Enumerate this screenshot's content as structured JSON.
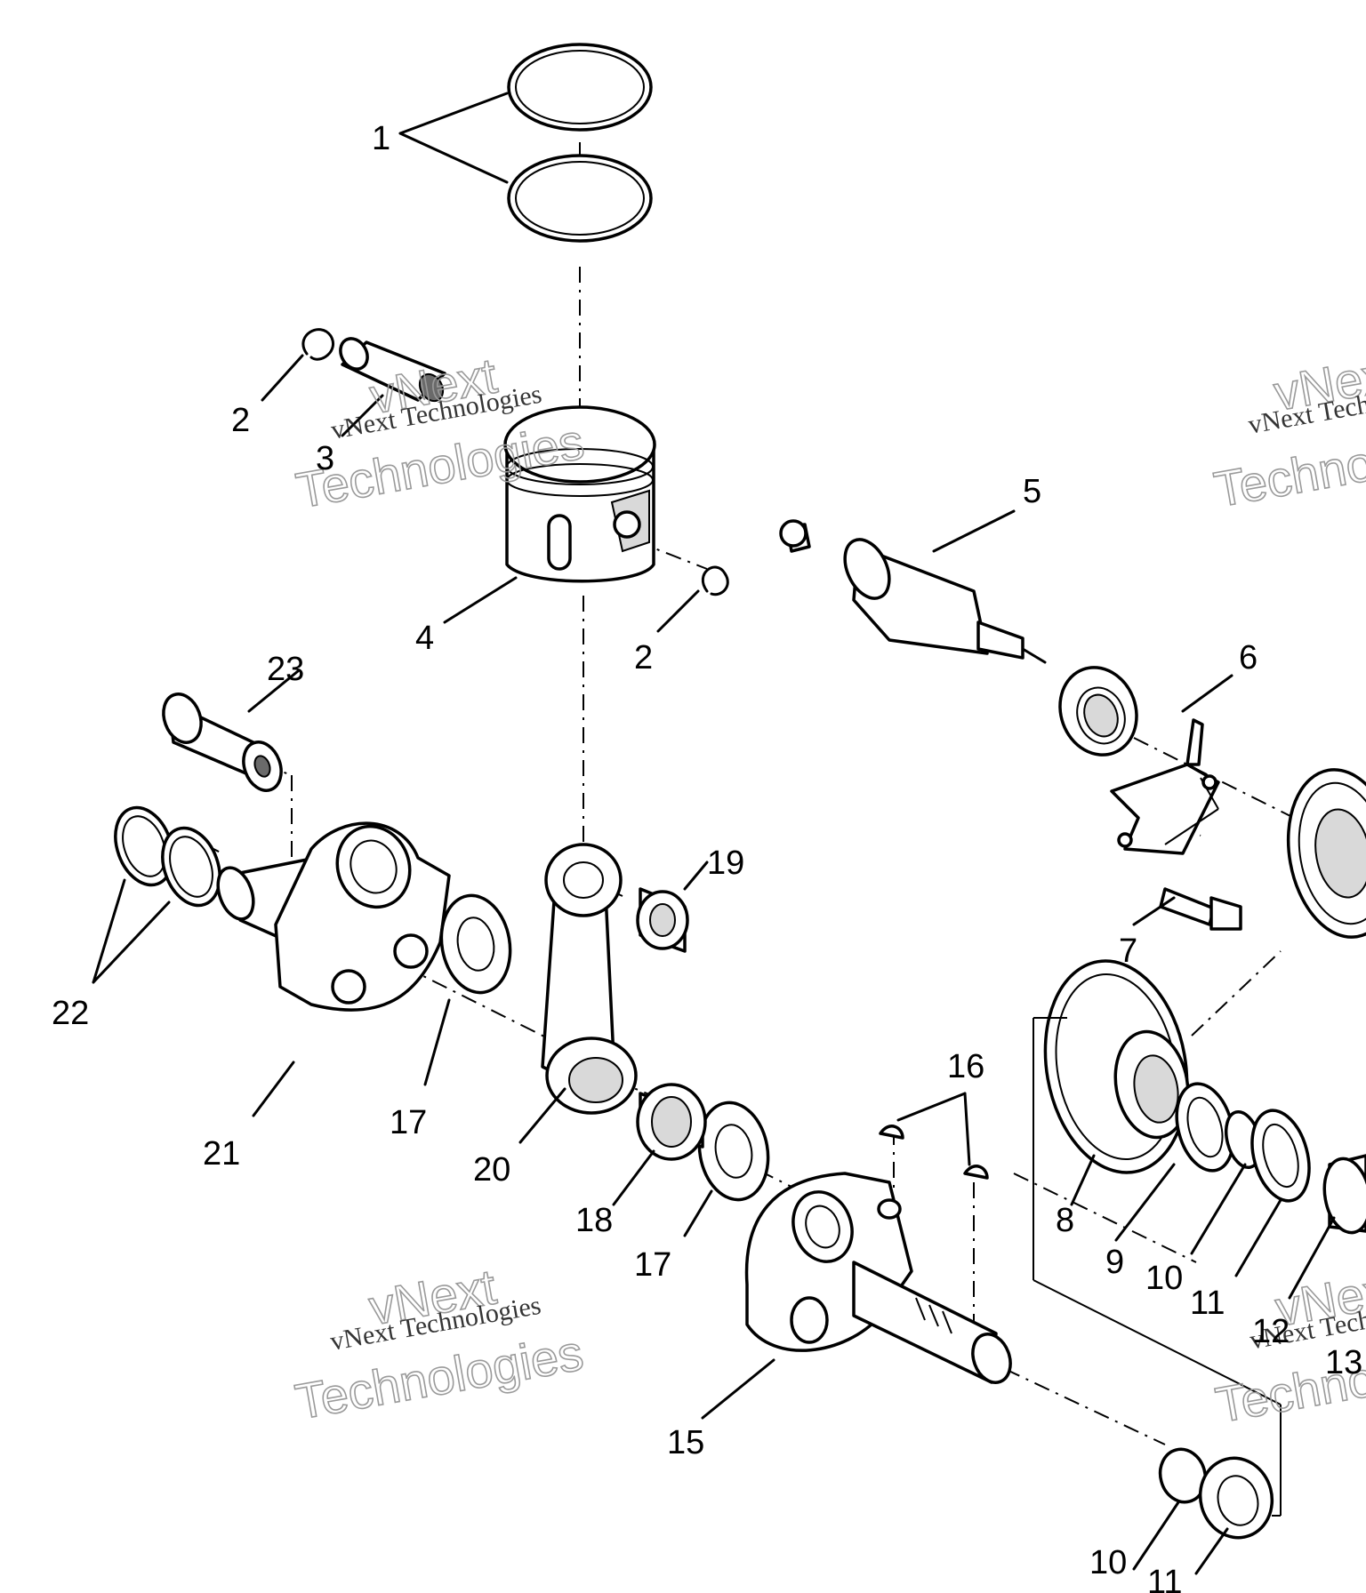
{
  "callouts": [
    {
      "id": "c1",
      "text": "1"
    },
    {
      "id": "c2a",
      "text": "2"
    },
    {
      "id": "c2b",
      "text": "2"
    },
    {
      "id": "c3",
      "text": "3"
    },
    {
      "id": "c4",
      "text": "4"
    },
    {
      "id": "c5",
      "text": "5"
    },
    {
      "id": "c6",
      "text": "6"
    },
    {
      "id": "c7",
      "text": "7"
    },
    {
      "id": "c8",
      "text": "8"
    },
    {
      "id": "c9",
      "text": "9"
    },
    {
      "id": "c10a",
      "text": "10"
    },
    {
      "id": "c10b",
      "text": "10"
    },
    {
      "id": "c11a",
      "text": "11"
    },
    {
      "id": "c11b",
      "text": "11"
    },
    {
      "id": "c12",
      "text": "12"
    },
    {
      "id": "c13",
      "text": "13"
    },
    {
      "id": "c15",
      "text": "15"
    },
    {
      "id": "c16",
      "text": "16"
    },
    {
      "id": "c17a",
      "text": "17"
    },
    {
      "id": "c17b",
      "text": "17"
    },
    {
      "id": "c18",
      "text": "18"
    },
    {
      "id": "c19",
      "text": "19"
    },
    {
      "id": "c20",
      "text": "20"
    },
    {
      "id": "c21",
      "text": "21"
    },
    {
      "id": "c22",
      "text": "22"
    },
    {
      "id": "c23",
      "text": "23"
    }
  ],
  "watermark": {
    "brand": "vNext Technologies",
    "line1": "vNext",
    "line2": "Technologies"
  }
}
